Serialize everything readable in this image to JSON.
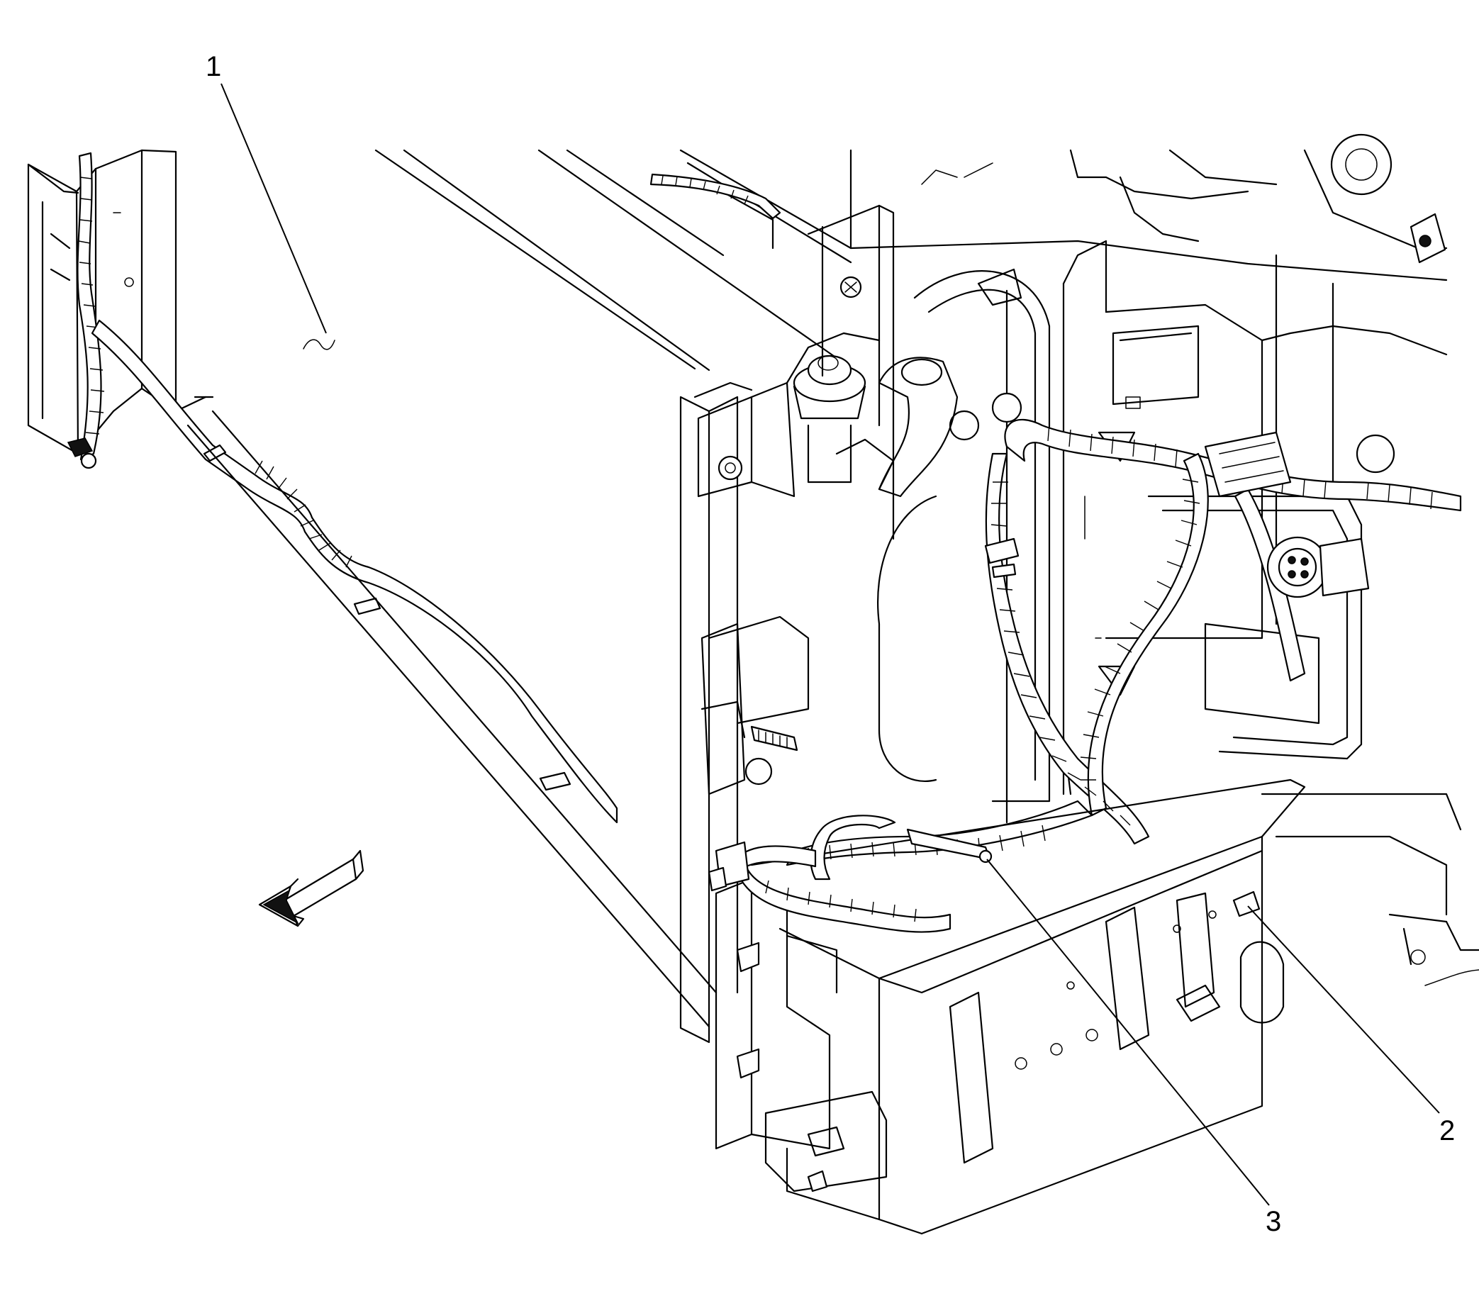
{
  "callouts": [
    {
      "id": "1",
      "label": "1"
    },
    {
      "id": "2",
      "label": "2"
    },
    {
      "id": "3",
      "label": "3"
    }
  ],
  "icons": {
    "direction_arrow": "front-direction-arrow-icon",
    "break_symbol": "break-tilde-icon"
  },
  "colors": {
    "line": "#000000",
    "background": "#ffffff"
  }
}
